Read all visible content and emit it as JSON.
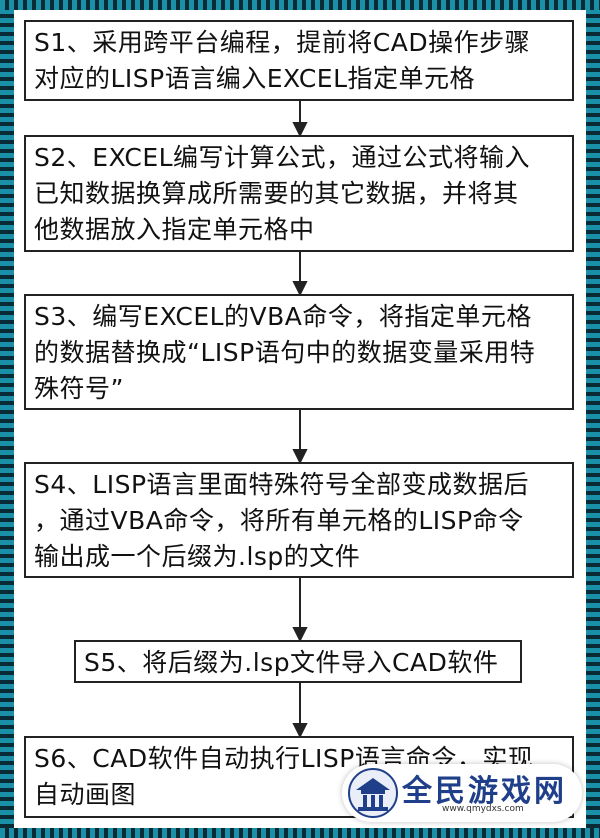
{
  "steps": [
    {
      "lines": [
        "S1、采用跨平台编程，提前将CAD操作步骤",
        "对应的LISP语言编入EXCEL指定单元格"
      ]
    },
    {
      "lines": [
        "S2、EXCEL编写计算公式，通过公式将输入",
        "已知数据换算成所需要的其它数据，并将其",
        "他数据放入指定单元格中"
      ]
    },
    {
      "lines": [
        "S3、编写EXCEL的VBA命令，将指定单元格",
        "的数据替换成“LISP语句中的数据变量采用特",
        "殊符号”"
      ]
    },
    {
      "lines": [
        "S4、LISP语言里面特殊符号全部变成数据后",
        "，通过VBA命令，将所有单元格的LISP命令",
        "输出成一个后缀为.lsp的文件"
      ]
    },
    {
      "lines": [
        "S5、将后缀为.lsp文件导入CAD软件"
      ]
    },
    {
      "lines": [
        "S6、CAD软件自动执行LISP语言命令，实现",
        "自动画图"
      ]
    }
  ],
  "watermark": {
    "name": "全民游戏网",
    "url": "www.qmydxs.com",
    "icon": "temple-logo-icon",
    "color": "#1f3f8a"
  }
}
